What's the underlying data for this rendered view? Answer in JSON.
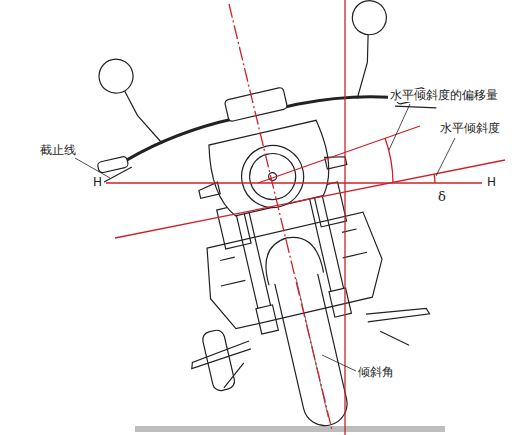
{
  "diagram": {
    "labels": [
      "截止线",
      "H",
      "H",
      "水平倾斜度的偏移量",
      "水平倾斜度",
      "δ",
      "倾斜角"
    ]
  }
}
